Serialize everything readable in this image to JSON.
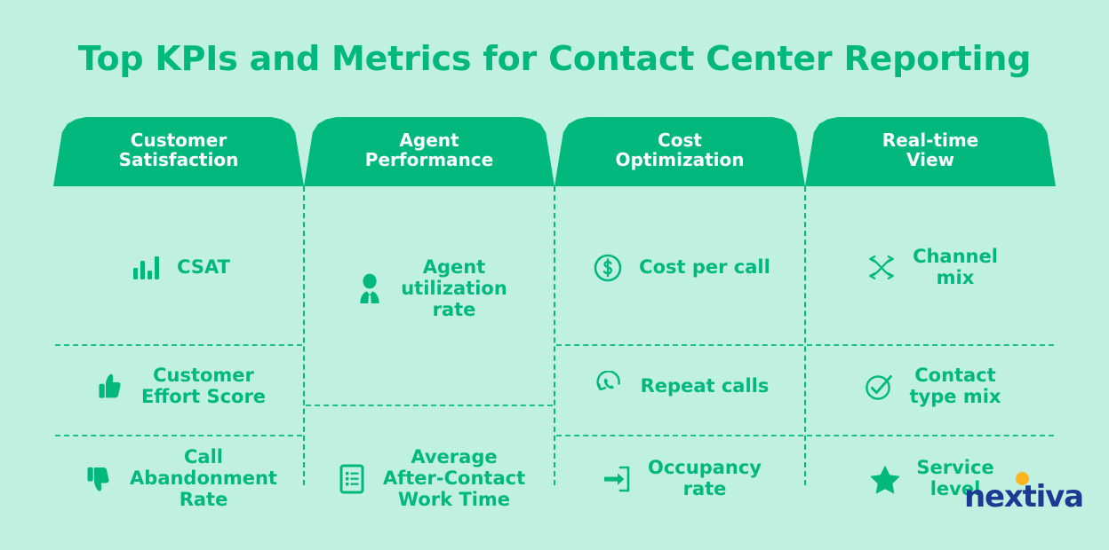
{
  "title": "Top KPIs and Metrics for Contact Center Reporting",
  "colors": {
    "background": "#c0f1e0",
    "accent_green": "#00b87c",
    "header_text": "#ffffff",
    "logo_blue": "#1b3a93",
    "logo_dot_orange": "#ffb61c"
  },
  "logo": {
    "wordmark": "nextiva",
    "dot_icon": "orange-dot-icon"
  },
  "columns": [
    {
      "header": "Customer\nSatisfaction",
      "items": [
        {
          "icon": "bar-chart-icon",
          "label": "CSAT"
        },
        {
          "icon": "thumbs-up-icon",
          "label": "Customer\nEffort Score"
        },
        {
          "icon": "thumbs-down-icon",
          "label": "Call\nAbandonment\nRate"
        }
      ]
    },
    {
      "header": "Agent\nPerformance",
      "items": [
        {
          "icon": "agent-person-icon",
          "label": "Agent\nutilization\nrate"
        },
        {
          "icon": "document-list-icon",
          "label": "Average\nAfter-Contact\nWork Time"
        }
      ]
    },
    {
      "header": "Cost\nOptimization",
      "items": [
        {
          "icon": "dollar-circle-icon",
          "label": "Cost per call"
        },
        {
          "icon": "phone-repeat-icon",
          "label": "Repeat calls"
        },
        {
          "icon": "arrow-into-box-icon",
          "label": "Occupancy\nrate"
        }
      ]
    },
    {
      "header": "Real-time\nView",
      "items": [
        {
          "icon": "four-way-arrows-icon",
          "label": "Channel\nmix"
        },
        {
          "icon": "check-circle-icon",
          "label": "Contact\ntype mix"
        },
        {
          "icon": "star-icon",
          "label": "Service\nlevel"
        }
      ]
    }
  ]
}
